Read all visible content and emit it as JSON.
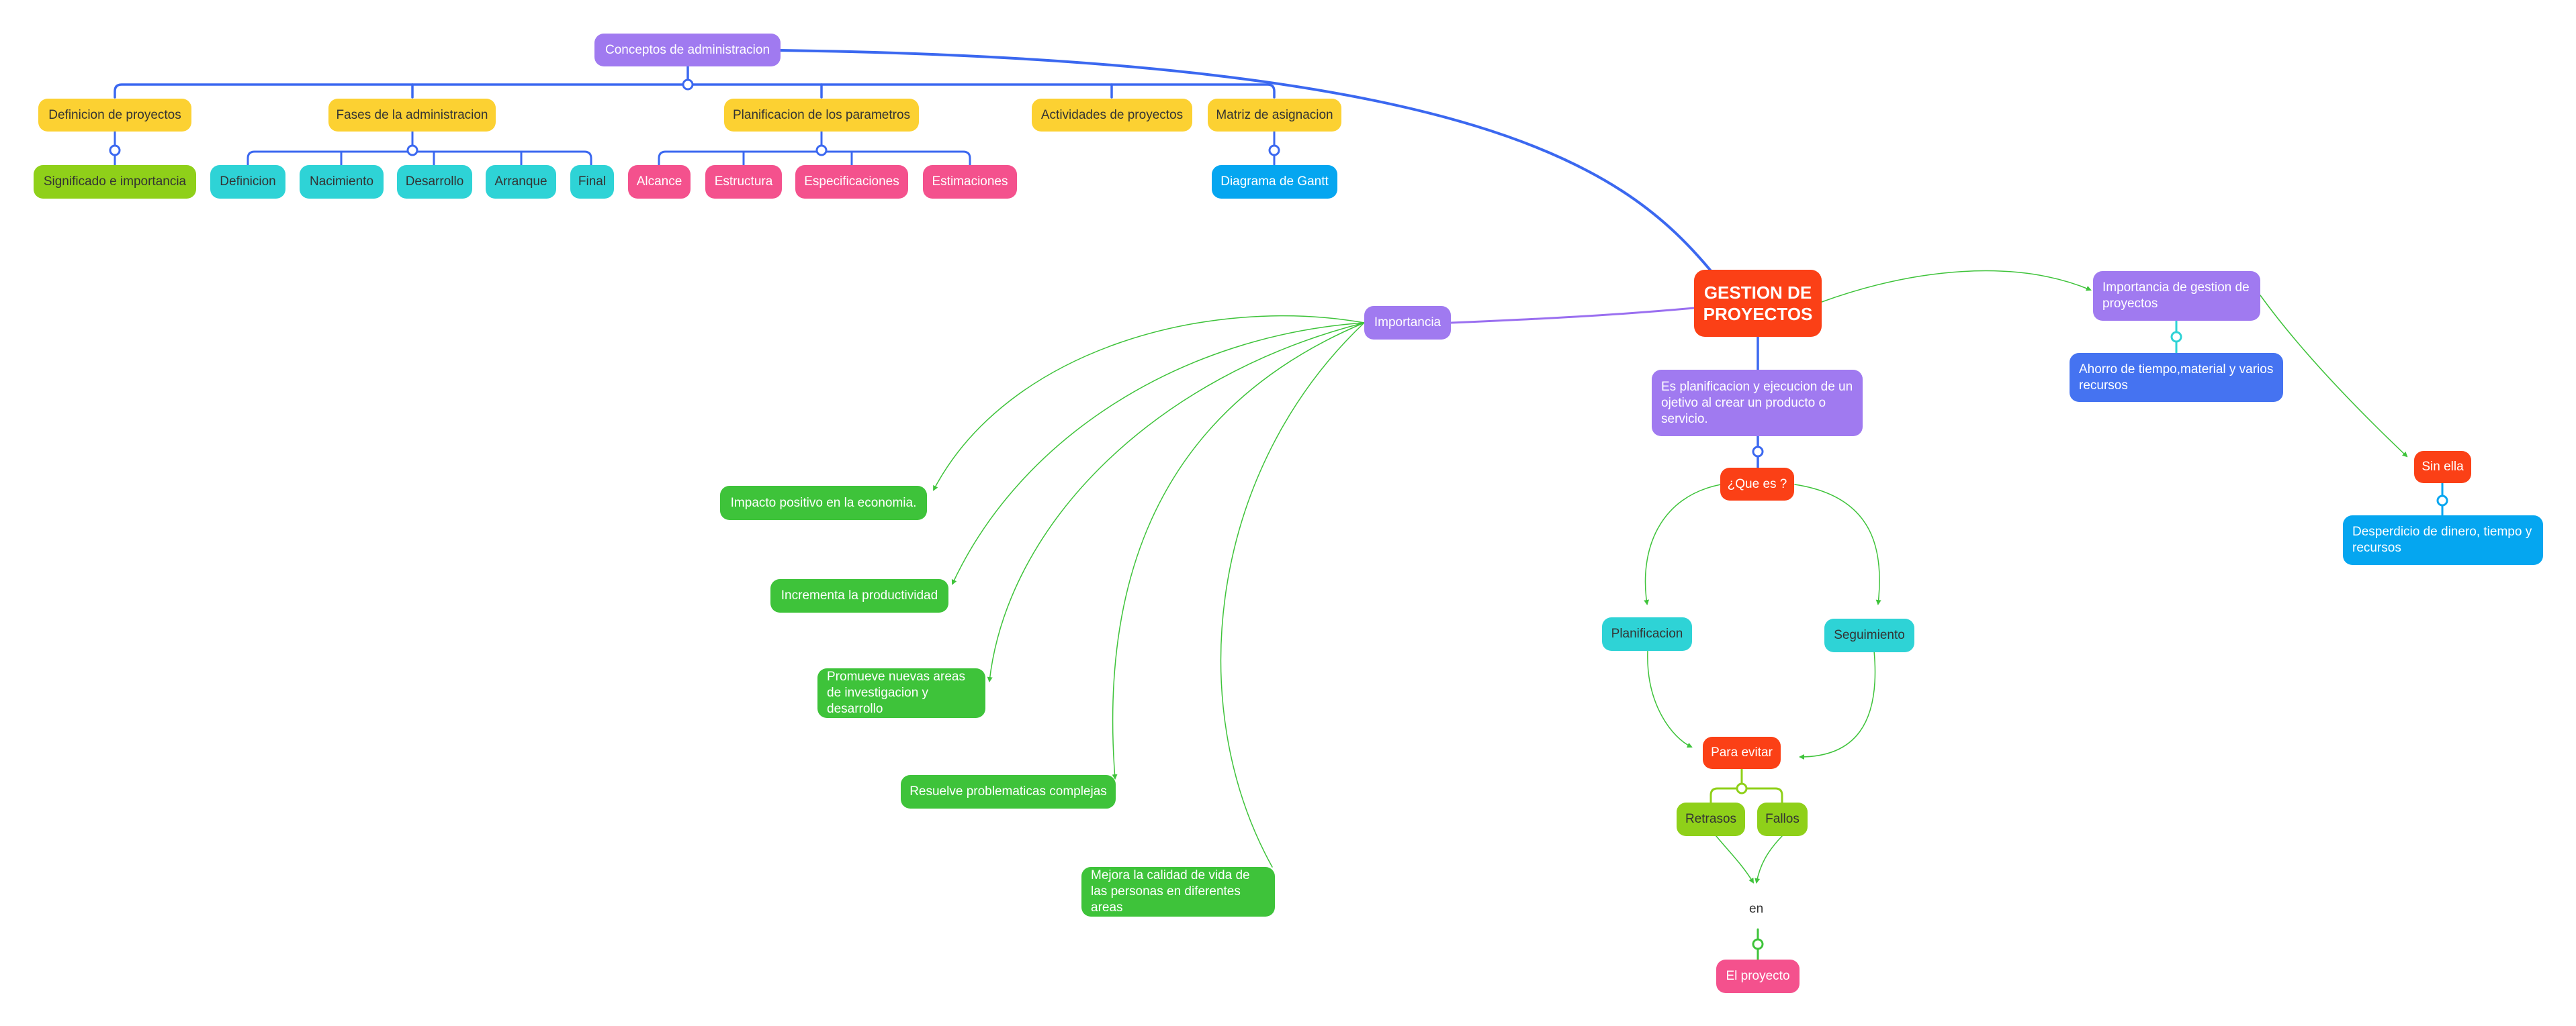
{
  "map": {
    "root": "GESTION DE PROYECTOS",
    "conceptos": {
      "title": "Conceptos de administracion",
      "definicion": {
        "label": "Definicion de proyectos",
        "child": "Significado e importancia"
      },
      "fases": {
        "label": "Fases de la administracion",
        "children": [
          "Definicion",
          "Nacimiento",
          "Desarrollo",
          "Arranque",
          "Final"
        ]
      },
      "planificacion": {
        "label": "Planificacion de los parametros",
        "children": [
          "Alcance",
          "Estructura",
          "Especificaciones",
          "Estimaciones"
        ]
      },
      "actividades": {
        "label": "Actividades de proyectos"
      },
      "matriz": {
        "label": "Matriz de asignacion",
        "child": "Diagrama de Gantt"
      }
    },
    "importancia": {
      "label": "Importancia",
      "items": [
        "Impacto positivo en la economia.",
        "Incrementa la productividad",
        "Promueve nuevas areas de investigacion y desarrollo",
        "Resuelve problematicas complejas",
        "Mejora la calidad de vida de las personas en diferentes areas"
      ]
    },
    "que_es": {
      "description": "Es planificacion y ejecucion de un ojetivo al crear un producto o servicio.",
      "label": "¿Que es ?",
      "planificacion": "Planificacion",
      "seguimiento": "Seguimiento",
      "para_evitar": "Para evitar",
      "retrasos": "Retrasos",
      "fallos": "Fallos",
      "en": "en",
      "proyecto": "El proyecto"
    },
    "importancia_gestion": {
      "label": "Importancia de gestion de proyectos",
      "child": "Ahorro de tiempo,material y varios recursos",
      "sin_ella": "Sin ella",
      "desperdicio": "Desperdicio de dinero, tiempo y recursos"
    }
  },
  "colors": {
    "blue_line": "#3b68f0",
    "purple_line": "#9a6ff0",
    "green_line": "#3ec33a",
    "lime_line": "#8fd019",
    "teal_line": "#2ed3d6",
    "sky_line": "#05a6f0"
  }
}
